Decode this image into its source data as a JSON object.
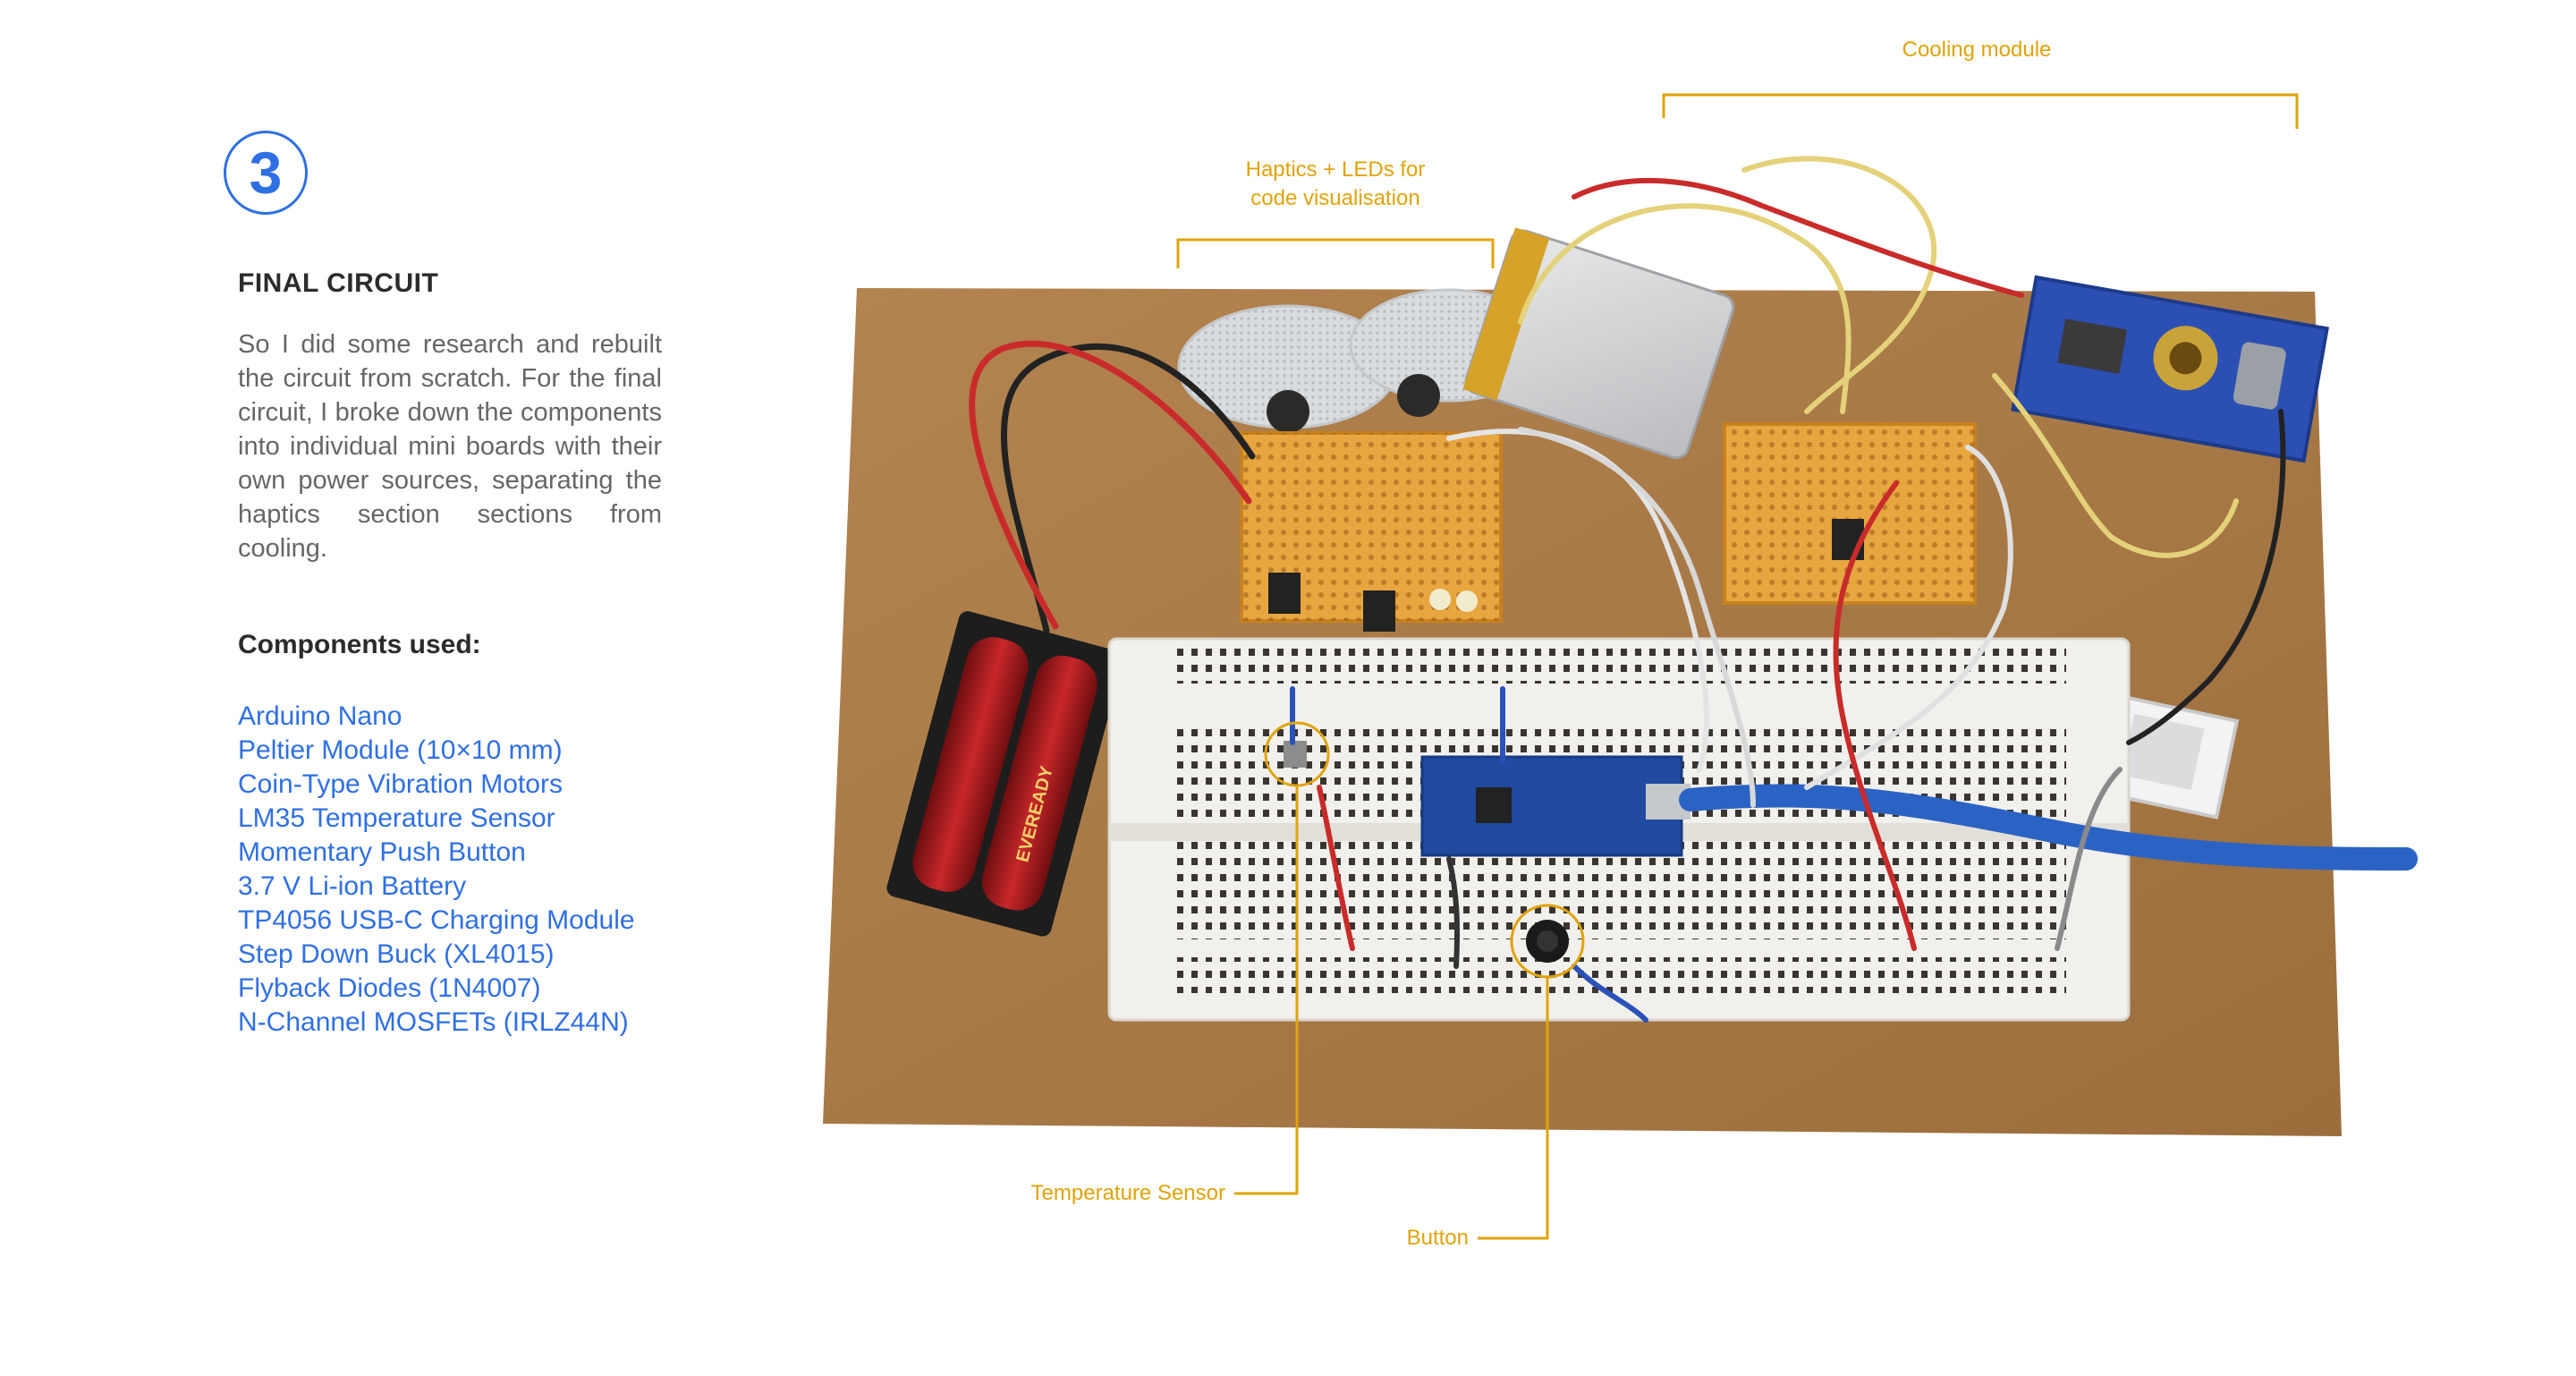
{
  "step": {
    "number": "3"
  },
  "heading": "FINAL CIRCUIT",
  "description": "So I did some research and rebuilt the circuit from scratch. For the final circuit, I broke down the components into individual mini boards with their own power sources, separating the haptics section sections from cooling.",
  "components": {
    "title": "Components used:",
    "items": [
      "Arduino Nano",
      "Peltier Module (10×10 mm)",
      "Coin-Type Vibration Motors",
      "LM35 Temperature Sensor",
      "Momentary Push Button",
      "3.7 V Li-ion Battery",
      "TP4056 USB-C Charging Module",
      "Step Down Buck (XL4015)",
      "Flyback Diodes (1N4007)",
      "N-Channel MOSFETs (IRLZ44N)"
    ]
  },
  "annotations": {
    "cooling": "Cooling module",
    "haptics_line1": "Haptics + LEDs for",
    "haptics_line2": "code visualisation",
    "temperature": "Temperature Sensor",
    "button": "Button"
  },
  "battery_label": "EVEREADY",
  "colors": {
    "accent_blue": "#2f6fe4",
    "annotation": "#e0a30a",
    "cardboard": "#a87a45",
    "breadboard": "#f2f0ec",
    "perfboard": "#e8a640",
    "arduino": "#1f4aa0"
  }
}
